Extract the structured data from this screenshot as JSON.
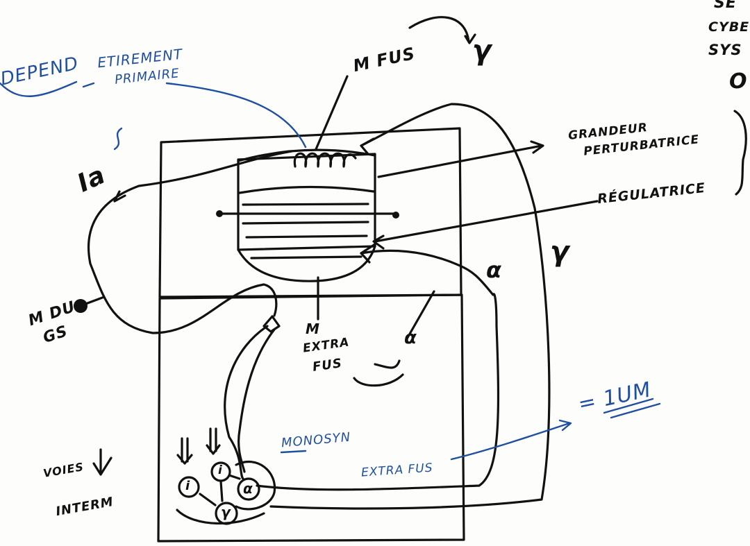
{
  "labels": {
    "depend": "DEPEND",
    "etirement": "ETIREMENT",
    "primaire": "PRIMAIRE",
    "ia": "Ia",
    "mdu": "M DU",
    "gs": "GS",
    "m_fus": "M FUS",
    "gamma_top": "γ",
    "gamma_right": "γ",
    "alpha_right": "α",
    "alpha_mid": "α",
    "m_extra_fus_1": "M",
    "m_extra_fus_2": "EXTRA",
    "m_extra_fus_3": "FUS",
    "grandeur_1": "GRANDEUR",
    "grandeur_2": "PERTURBATRICE",
    "regulatrice": "RÉGULATRICE",
    "top_right_1": "SE",
    "top_right_2": "CYBE",
    "top_right_3": "SYS",
    "top_right_4": "O",
    "monosyn": "MONOSYN",
    "extra_fus": "EXTRA FUS",
    "equals_1um": "= 1UM",
    "voies": "VOIES",
    "interm": "INTERM",
    "node_i": "i",
    "node_alpha": "α",
    "node_gamma": "γ"
  },
  "colors": {
    "ink": "#111111",
    "blue_pen": "#1f4fa0",
    "paper": "#fdfdfb"
  }
}
